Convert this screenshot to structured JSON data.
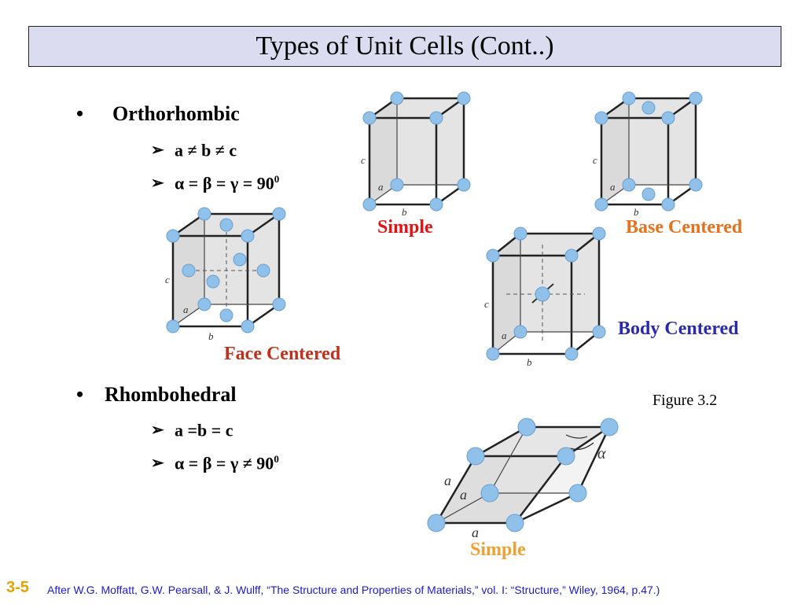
{
  "title": "Types of Unit Cells (Cont..)",
  "ortho": {
    "bullet": "•",
    "heading": "Orthorhombic",
    "props": [
      {
        "arrow": "➢",
        "text": "a ≠  b ≠  c",
        "sup": ""
      },
      {
        "arrow": "➢",
        "text": "α = β = γ = 90",
        "sup": "0"
      }
    ]
  },
  "rhombo": {
    "bullet": "•",
    "heading": "Rhombohedral",
    "props": [
      {
        "arrow": "➢",
        "text": "a =b = c",
        "sup": ""
      },
      {
        "arrow": "➢",
        "text": "α = β = γ ≠  90",
        "sup": "0"
      }
    ]
  },
  "cells": {
    "simple": "Simple",
    "base_centered": "Base Centered",
    "body_centered": "Body Centered",
    "face_centered": "Face Centered",
    "rhombo_simple": "Simple"
  },
  "axis_labels": {
    "a": "a",
    "b": "b",
    "c": "c",
    "alpha": "α"
  },
  "figure_caption": "Figure 3.2",
  "slide_number": "3-5",
  "footer": "After W.G. Moffatt, G.W. Pearsall, & J. Wulff, “The Structure and Properties of Materials,” vol. I: “Structure,” Wiley, 1964, p.47.)",
  "colors": {
    "title_bg": "#dcdcf0",
    "simple": "#e81010",
    "base_centered": "#e8701a",
    "body_centered": "#2a2ab0",
    "face_centered": "#c0301a",
    "rhombo_simple": "#f0a030",
    "atom": "#8fc1ea",
    "slide_number": "#e8a000",
    "footer": "#1a1ad0"
  }
}
